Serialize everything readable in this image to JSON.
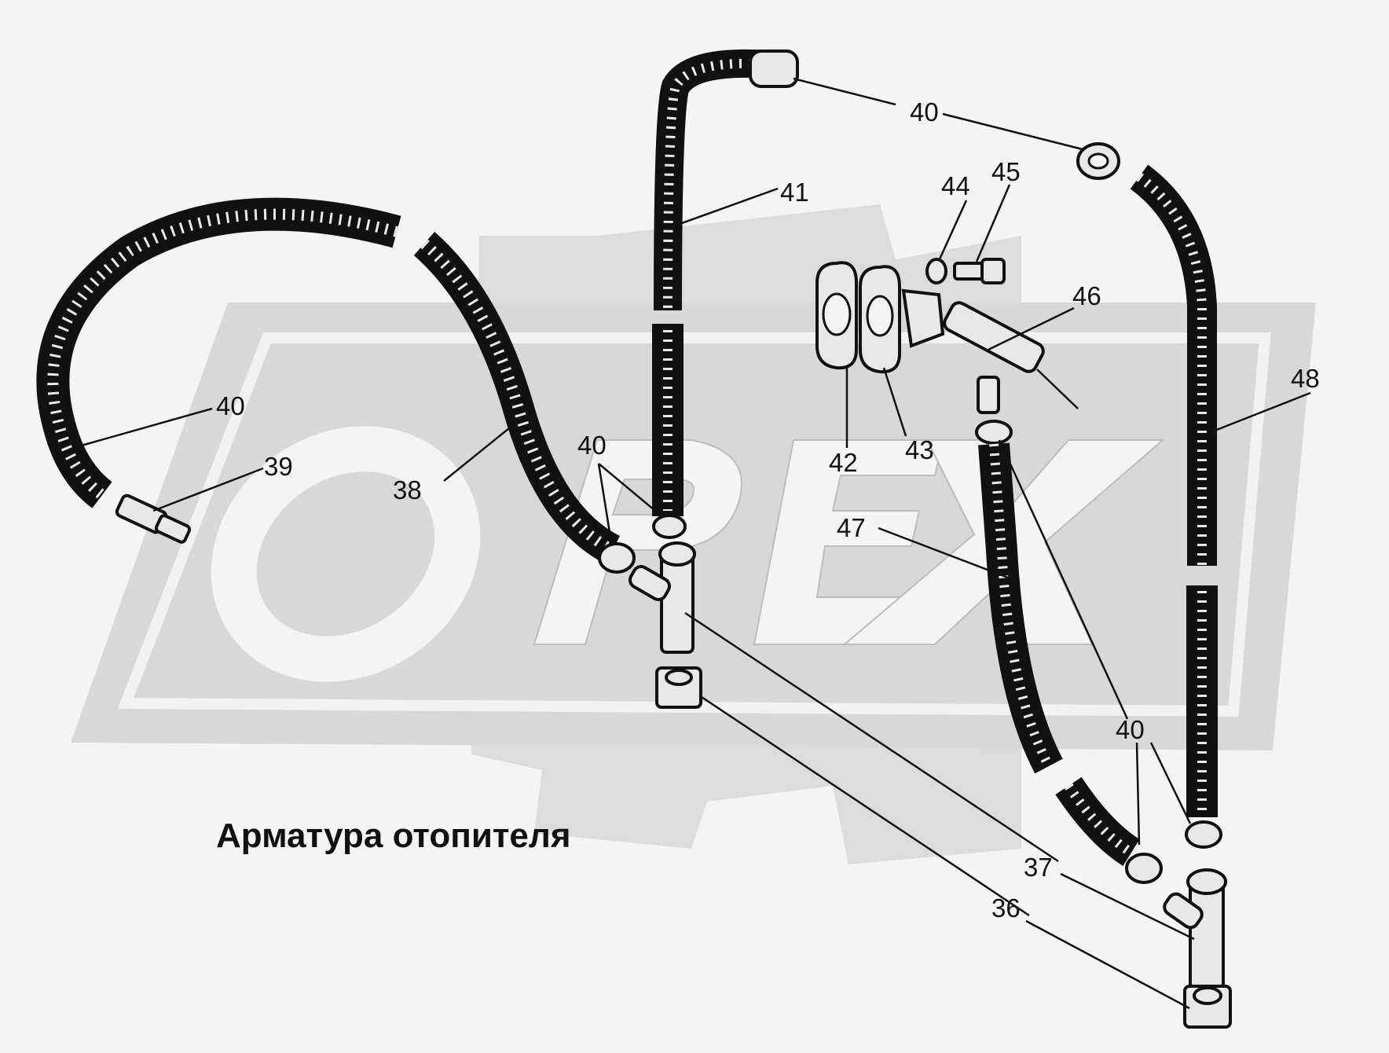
{
  "title": "Арматура отопителя",
  "watermark": {
    "text": "OPEX",
    "color": "#dcdcd9"
  },
  "callouts": {
    "c36a": "36",
    "c37a": "37",
    "c38": "38",
    "c39": "39",
    "c40a": "40",
    "c40b": "40",
    "c40c": "40",
    "c40d": "40",
    "c41": "41",
    "c42": "42",
    "c43": "43",
    "c44": "44",
    "c45": "45",
    "c46": "46",
    "c47": "47",
    "c48": "48"
  },
  "colors": {
    "line": "#111111",
    "background": "#f4f4f2",
    "part_fill": "#e8e8e5"
  }
}
